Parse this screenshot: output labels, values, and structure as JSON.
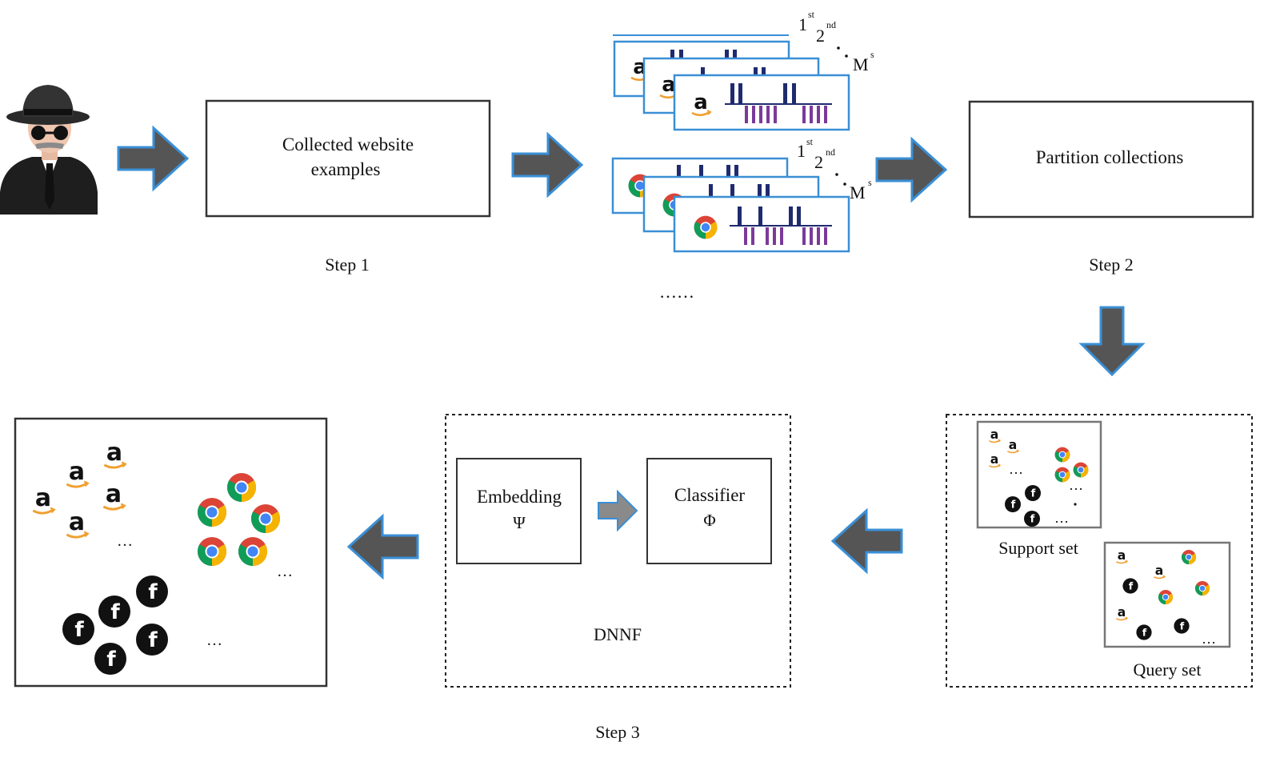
{
  "colors": {
    "arrow_fill": "#555555",
    "arrow_outline": "#3a8fd6",
    "trace_frame": "#3a8fd6",
    "trace_bar_dark": "#1f2b6e",
    "trace_bar_purple": "#7a3a9a"
  },
  "boxes": {
    "collected": "Collected website examples",
    "collected_line1": "Collected website",
    "collected_line2": "examples",
    "partition": "Partition collections",
    "embedding_title": "Embedding",
    "embedding_symbol": "Ψ",
    "classifier_title": "Classifier",
    "classifier_symbol": "Φ",
    "dnnf": "DNNF",
    "support_set": "Support set",
    "query_set": "Query set"
  },
  "steps": {
    "step1": "Step 1",
    "step2": "Step 2",
    "step3": "Step 3"
  },
  "trace_stacks": {
    "first": {
      "l1": "1",
      "l1_sup": "st",
      "l2": "2",
      "l2_sup": "nd",
      "lm": "M",
      "lm_sup": "s",
      "icon": "amazon-icon"
    },
    "second": {
      "l1": "1",
      "l1_sup": "st",
      "l2": "2",
      "l2_sup": "nd",
      "lm": "M",
      "lm_sup": "s",
      "icon": "chrome-icon"
    },
    "more": "……"
  },
  "ellipses": {
    "e1": "…",
    "e2": "…",
    "e3": "…",
    "e4": "…",
    "e5": "…",
    "e6": "…",
    "e7": "…"
  },
  "icons": {
    "attacker": "attacker-spy-icon",
    "amazon": "amazon-icon",
    "chrome": "chrome-icon",
    "facebook": "facebook-icon"
  }
}
